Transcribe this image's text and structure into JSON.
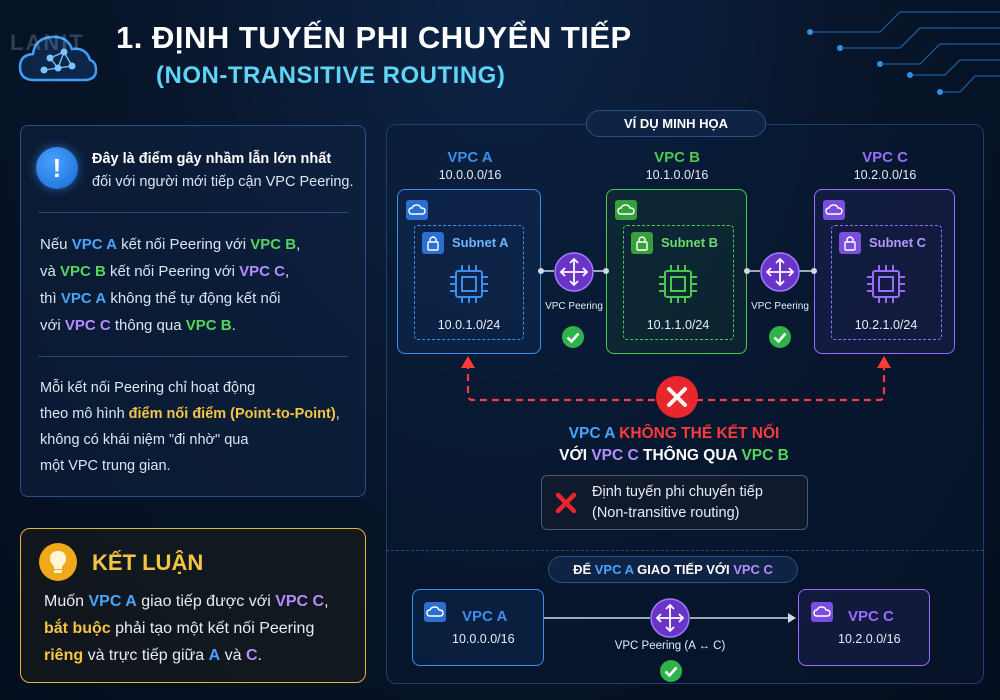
{
  "header": {
    "logo_text": "LANIT",
    "title_line1": "1. ĐỊNH TUYẾN PHI CHUYỂN TIẾP",
    "title_line2": "(NON-TRANSITIVE ROUTING)"
  },
  "info_panel": {
    "alert_bold": "Đây là điểm gây nhầm lẫn lớn nhất",
    "alert_rest": "đối với người mới tiếp cận VPC Peering.",
    "p1": {
      "w1": "Nếu ",
      "a1": "VPC A",
      "w2": " kết nối Peering với ",
      "b1": "VPC B",
      "w3": ",",
      "w4": "và ",
      "b2": "VPC B",
      "w5": " kết nối Peering với ",
      "c1": "VPC C",
      "w6": ",",
      "w7": "thì ",
      "a2": "VPC A",
      "w8": " không thể tự động kết nối",
      "w9": "với ",
      "c2": "VPC C",
      "w10": " thông qua ",
      "b3": "VPC B",
      "w11": "."
    },
    "p2": {
      "l1": "Mỗi kết nối Peering chỉ hoạt động",
      "l2a": "theo mô hình ",
      "l2b": "điểm nối điểm (Point-to-Point)",
      "l2c": ",",
      "l3": "không có khái niệm \"đi nhờ\" qua",
      "l4": "một VPC trung gian."
    }
  },
  "conclusion": {
    "title": "KẾT LUẬN",
    "t1": "Muốn ",
    "a": "VPC A",
    "t2": " giao tiếp được với ",
    "c": "VPC C",
    "t3": ",",
    "t4": "bắt buộc",
    "t5": " phải tạo một kết nối Peering",
    "t6": "riêng",
    "t7": " và trực tiếp giữa ",
    "a2": "A",
    "t8": " và ",
    "c2": "C",
    "t9": "."
  },
  "diagram": {
    "section_title": "VÍ DỤ MINH HỌA",
    "vpcs": [
      {
        "name": "VPC A",
        "cidr": "10.0.0.0/16",
        "subnet": "Subnet A",
        "subnet_cidr": "10.0.1.0/24",
        "color": "#3b8eea"
      },
      {
        "name": "VPC B",
        "cidr": "10.1.0.0/16",
        "subnet": "Subnet B",
        "subnet_cidr": "10.1.1.0/24",
        "color": "#4cc84e"
      },
      {
        "name": "VPC C",
        "cidr": "10.2.0.0/16",
        "subnet": "Subnet C",
        "subnet_cidr": "10.2.1.0/24",
        "color": "#9a6bff"
      }
    ],
    "peering_label": "VPC Peering",
    "statement_l1": {
      "a": "VPC A",
      "b": " KHÔNG THỂ KẾT NỐI"
    },
    "statement_l2": {
      "a": "VỚI ",
      "b": "VPC C",
      "c": " THÔNG QUA ",
      "d": "VPC B"
    },
    "nt_box": {
      "l1": "Định tuyến phi chuyển tiếp",
      "l2": "(Non-transitive routing)"
    },
    "solution": {
      "pill": {
        "a": "ĐỂ ",
        "b": "VPC A",
        "c": " GIAO TIẾP VỚI ",
        "d": "VPC C"
      },
      "left": {
        "name": "VPC A",
        "cidr": "10.0.0.0/16"
      },
      "right": {
        "name": "VPC C",
        "cidr": "10.2.0.0/16"
      },
      "link_label": "VPC Peering (A ↔ C)"
    }
  },
  "colors": {
    "vpc_a": "#3b8eea",
    "vpc_b": "#4cc84e",
    "vpc_c": "#9a6bff",
    "warning": "#ff3b3b",
    "highlight": "#f6c445",
    "title_cyan": "#5fd4f5"
  },
  "icons": [
    "cloud-icon",
    "lock-icon",
    "chip-icon",
    "router-icon",
    "check-icon",
    "x-icon",
    "alert-icon",
    "bulb-icon"
  ]
}
